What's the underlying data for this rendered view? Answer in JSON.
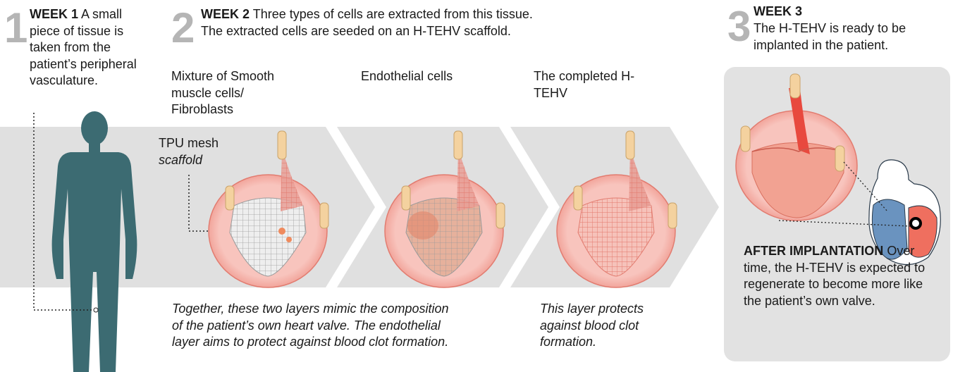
{
  "step1": {
    "number": "1",
    "heading": "WEEK 1",
    "text": "A small piece of tissue is taken from the patient’s peripheral vasculature."
  },
  "step2": {
    "number": "2",
    "heading": "WEEK 2",
    "line1": "Three types of cells are extracted from this tissue.",
    "line2": "The extracted cells are seeded on an H-TEHV scaffold.",
    "stage1_label": "Mixture of Smooth muscle cells/ Fibroblasts",
    "stage2_label": "Endothelial cells",
    "stage3_label": "The completed H-TEHV",
    "scaffold_label": "TPU mesh",
    "scaffold_label_italic": "scaffold",
    "caption_left": "Together, these two layers mimic the composition of the patient’s own heart valve. The endothelial layer aims to protect against blood clot formation.",
    "caption_right": "This layer protects against blood clot formation."
  },
  "step3": {
    "number": "3",
    "heading": "WEEK 3",
    "text": "The H-TEHV is ready to be implanted in the patient.",
    "after_heading": "AFTER IMPLANTATION",
    "after_text": "Over time, the H-TEHV is expected to regenerate to become more like the patient’s own valve."
  },
  "colors": {
    "band": "#e0e0e0",
    "human": "#3c6b72",
    "ring": "#f3a9a1",
    "post": "#f4d29f",
    "heart_blue": "#6a93bf",
    "heart_red": "#ef6f5f",
    "step_number": "#b5b5b5"
  }
}
